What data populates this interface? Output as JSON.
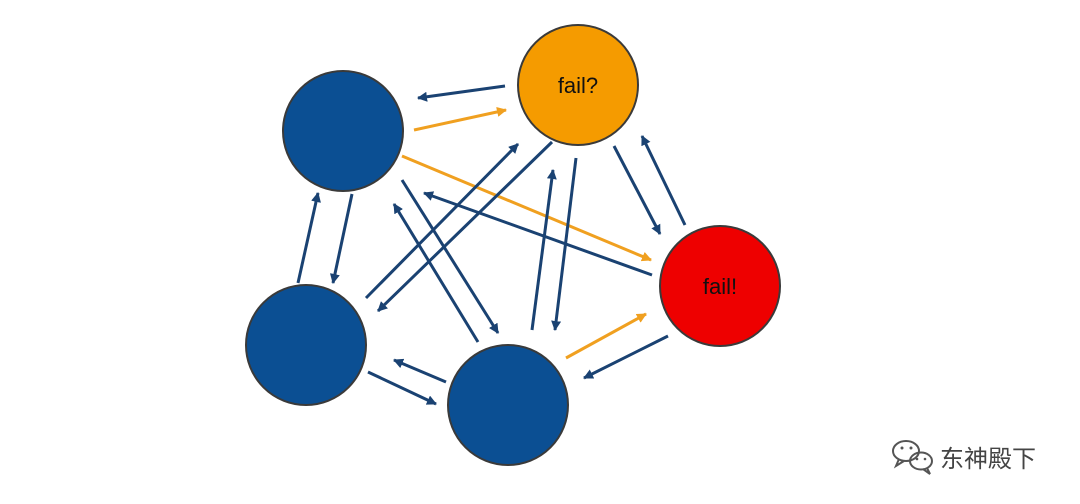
{
  "colors": {
    "background": "#ffffff",
    "node_normal": "#0b4f93",
    "node_suspect": "#f59b00",
    "node_failed": "#ee0000",
    "node_stroke": "#3a3a3a",
    "arrow_normal": "#1a4272",
    "arrow_orange": "#f0a020",
    "watermark": "#444444"
  },
  "nodes": {
    "top_left": {
      "label": "",
      "state": "normal"
    },
    "top_center": {
      "label": "fail?",
      "state": "suspect"
    },
    "right": {
      "label": "fail!",
      "state": "failed"
    },
    "bottom_left": {
      "label": "",
      "state": "normal"
    },
    "bottom_center": {
      "label": "",
      "state": "normal"
    }
  },
  "watermark": {
    "icon": "wechat-icon",
    "text": "东神殿下"
  }
}
